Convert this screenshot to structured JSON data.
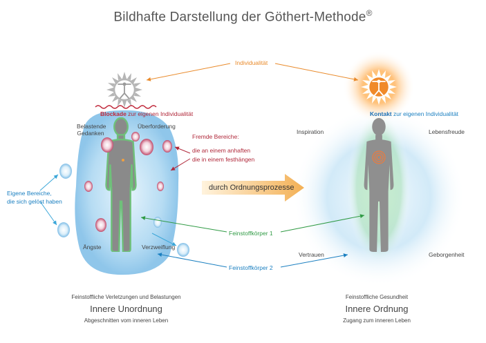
{
  "title": {
    "text": "Bildhafte Darstellung der Göthert-Methode",
    "mark": "®"
  },
  "top": {
    "individualitaet": "Individualität"
  },
  "left": {
    "blockade_bold": "Blockade",
    "blockade_rest": " zur eigenen Individualität",
    "belastende_1": "Belastende",
    "belastende_2": "Gedanken",
    "ueberforderung": "Überforderung",
    "fremde_title": "Fremde Bereiche:",
    "fremde_1": "die an einem anhaften",
    "fremde_2": "die in einem festhängen",
    "eigene_1": "Eigene Bereiche,",
    "eigene_2": "die sich gelöst haben",
    "aengste": "Ängste",
    "verzweiflung": "Verzweiflung",
    "cap_small_1": "Feinstoffliche Verletzungen und Belastungen",
    "cap_big": "Innere Unordnung",
    "cap_small_2": "Abgeschnitten vom inneren Leben"
  },
  "middle": {
    "process": "durch Ordnungsprozesse",
    "feinstoff1": "Feinstoffkörper 1",
    "feinstoff2": "Feinstoffkörper 2"
  },
  "right": {
    "kontakt_bold": "Kontakt",
    "kontakt_rest": " zur eigenen Individualität",
    "inspiration": "Inspiration",
    "lebensfreude": "Lebensfreude",
    "vertrauen": "Vertrauen",
    "geborgenheit": "Geborgenheit",
    "cap_small_1": "Feinstoffliche Gesundheit",
    "cap_big": "Innere Ordnung",
    "cap_small_2": "Zugang zum inneren Leben"
  },
  "colors": {
    "aura_blue": "#9fd0ef",
    "figure_grey": "#8a8a8a",
    "green": "#2f9a44",
    "orange": "#f0a040",
    "red": "#c0283a",
    "blue": "#1a7fc0"
  }
}
